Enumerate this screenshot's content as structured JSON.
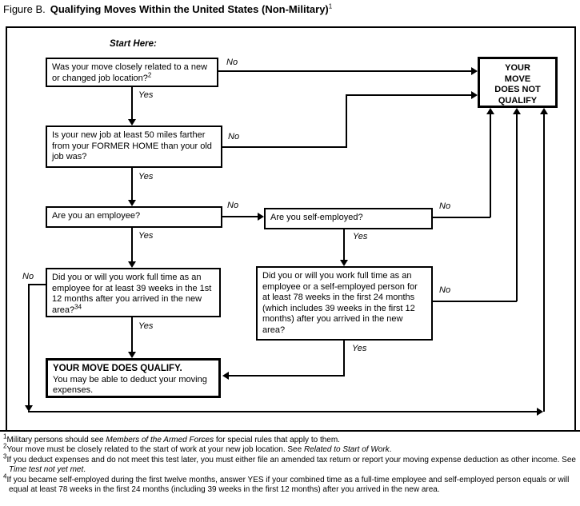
{
  "title": {
    "prefix": "Figure B.",
    "main": "Qualifying Moves Within the United States (Non-Military)",
    "sup": "1"
  },
  "flowchart": {
    "start_here": "Start Here:",
    "labels": {
      "yes": "Yes",
      "no": "No"
    },
    "boxes": {
      "q1": {
        "text": "Was your move closely related to a new or changed job location?",
        "sup": "2"
      },
      "q2": {
        "text": "Is your new job at least 50 miles farther from your FORMER HOME than your old job was?"
      },
      "q3": {
        "text": "Are you an employee?"
      },
      "q4": {
        "text": "Are you self-employed?"
      },
      "q5": {
        "text": "Did you or will you work full time as an employee for at least 39 weeks in the 1st 12 months after you arrived in the new area?",
        "sup": "34"
      },
      "q6": {
        "text": "Did you or will you work full time as an employee or a self-employed person for at least 78 weeks in the first 24 months (which includes 39 weeks in the first 12 months) after you arrived in the new area?"
      },
      "qualify": {
        "heading": "YOUR MOVE DOES QUALIFY.",
        "text": "You may be able to deduct your moving expenses."
      },
      "not_qualify": {
        "line1": "YOUR",
        "line2": "MOVE",
        "line3": "DOES NOT",
        "line4": "QUALIFY"
      }
    }
  },
  "footnotes": [
    {
      "sup": "1",
      "pre": "Military persons should see ",
      "italic": "Members of the Armed Forces",
      "post": " for special rules that apply to them."
    },
    {
      "sup": "2",
      "pre": "Your move must be closely related to the start of work at your new job location. See ",
      "italic": "Related to Start of Work",
      "post": "."
    },
    {
      "sup": "3",
      "pre": "If you deduct expenses and do not meet this test later, you must either file an amended tax return or report your moving expense deduction as other income. See ",
      "italic": "Time test not yet met",
      "post": "."
    },
    {
      "sup": "4",
      "pre": "If you became self-employed during the first twelve months, answer YES if your combined time as a full-time employee and self-employed person equals or will equal at least 78 weeks in the first 24 months (including 39 weeks in the first 12 months) after you arrived in the new area.",
      "italic": "",
      "post": ""
    }
  ],
  "colors": {
    "ink": "#000000",
    "background": "#ffffff"
  }
}
